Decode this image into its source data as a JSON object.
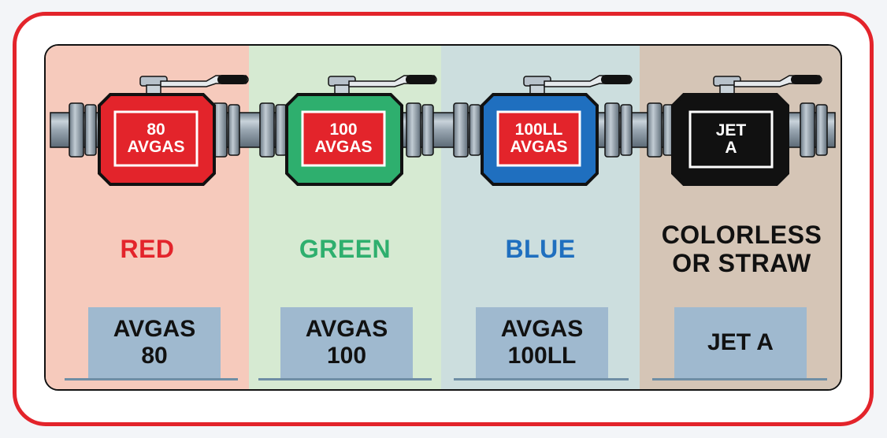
{
  "colors": {
    "frame": "#e3242b",
    "red_fuel": "#e3242b",
    "green_fuel": "#2eaf6e",
    "blue_fuel": "#1f6fbf",
    "jet_fuel": "#111111",
    "bg_red": "#f6cabc",
    "bg_green": "#d6ead2",
    "bg_blue": "#ccdede",
    "bg_tan": "#d5c5b6",
    "grade_box": "#9fb9cf"
  },
  "fuels": [
    {
      "valve_label": "80\nAVGAS",
      "color_name": "RED",
      "grade_label": "AVGAS\n80"
    },
    {
      "valve_label": "100\nAVGAS",
      "color_name": "GREEN",
      "grade_label": "AVGAS\n100"
    },
    {
      "valve_label": "100LL\nAVGAS",
      "color_name": "BLUE",
      "grade_label": "AVGAS\n100LL"
    },
    {
      "valve_label": "JET\nA",
      "color_name": "COLORLESS\nOR STRAW",
      "grade_label": "JET A"
    }
  ]
}
